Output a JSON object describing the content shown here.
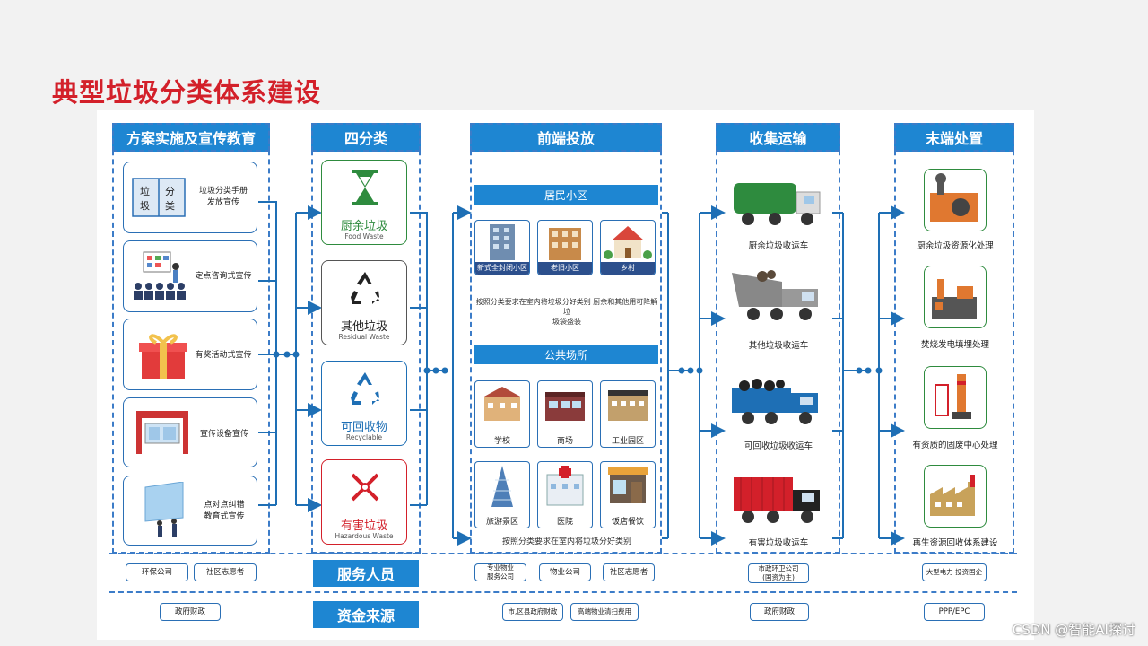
{
  "title": "典型垃圾分类体系建设",
  "columns": {
    "education": "方案实施及宣传教育",
    "four_categories": "四分类",
    "front_disposal": "前端投放",
    "collection": "收集运输",
    "end_disposal": "末端处置"
  },
  "education_items": [
    {
      "label": "垃圾分类手册\n发放宣传",
      "icon": "book-icon",
      "book_chars": [
        "垃",
        "圾",
        "分",
        "类"
      ]
    },
    {
      "label": "定点咨询式宣传",
      "icon": "consulting-icon"
    },
    {
      "label": "有奖活动式宣传",
      "icon": "gift-icon"
    },
    {
      "label": "宣传设备宣传",
      "icon": "billboard-icon"
    },
    {
      "label": "点对点纠错\n教育式宣传",
      "icon": "screen-icon"
    }
  ],
  "categories": [
    {
      "name": "厨余垃圾",
      "en": "Food Waste",
      "color": "#2e8b3e",
      "icon": "hourglass-icon"
    },
    {
      "name": "其他垃圾",
      "en": "Residual Waste",
      "color": "#333333",
      "icon": "recycle-black-icon"
    },
    {
      "name": "可回收物",
      "en": "Recyclable",
      "color": "#1e6fb5",
      "icon": "recycle-blue-icon"
    },
    {
      "name": "有害垃圾",
      "en": "Hazardous Waste",
      "color": "#d3202a",
      "icon": "hazard-x-icon"
    }
  ],
  "front": {
    "residential_title": "居民小区",
    "residential": [
      "新式全封闭小区",
      "老旧小区",
      "乡村"
    ],
    "residential_note": "按照分类要求在室内将垃圾分好类别 厨余和其他用可降解垃\n圾袋盛装",
    "public_title": "公共场所",
    "public": [
      "学校",
      "商场",
      "工业园区",
      "旅游景区",
      "医院",
      "饭店餐饮"
    ],
    "public_note": "按照分类要求在室内将垃圾分好类别"
  },
  "trucks": [
    "厨余垃圾收运车",
    "其他垃圾收运车",
    "可回收垃圾收运车",
    "有害垃圾收运车"
  ],
  "end_items": [
    "厨余垃圾资源化处理",
    "焚烧发电填埋处理",
    "有资质的固废中心处理",
    "再生资源回收体系建设"
  ],
  "service_row": {
    "label": "服务人员",
    "education": [
      "环保公司",
      "社区志愿者"
    ],
    "front": [
      "专业物业\n服务公司",
      "物业公司",
      "社区志愿者"
    ],
    "collection": [
      "市政环卫公司\n(国资为主)"
    ],
    "end": [
      "大型电力 投资国企"
    ]
  },
  "funding_row": {
    "label": "资金来源",
    "education": [
      "政府财政"
    ],
    "front": [
      "市,区县政府财政",
      "高端物业清扫费用"
    ],
    "collection": [
      "政府财政"
    ],
    "end": [
      "PPP/EPC"
    ]
  },
  "watermark": "CSDN @智能AI探讨",
  "colors": {
    "accent": "#1e86d2",
    "title_red": "#d3202a",
    "line": "#3c7cc8"
  }
}
